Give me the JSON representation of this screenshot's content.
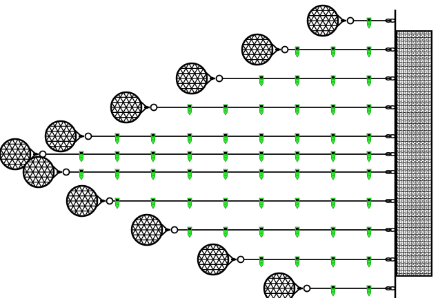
{
  "diagram": {
    "lines": [
      {
        "sensors": 1
      },
      {
        "sensors": 3
      },
      {
        "sensors": 4
      },
      {
        "sensors": 6
      },
      {
        "sensors": 8
      },
      {
        "sensors": 9
      },
      {
        "sensors": 9
      },
      {
        "sensors": 8
      },
      {
        "sensors": 6
      },
      {
        "sensors": 4
      },
      {
        "sensors": 2
      }
    ],
    "colors": {
      "line": "#000000",
      "sensor": "#33ee33",
      "float_fill": "#ffffff",
      "wall_pattern": "#000000"
    },
    "icons": {
      "float": "geodesic-float-icon",
      "sensor": "green-sensor-icon",
      "swivel": "swivel-ring-icon",
      "anchor": "wall-anchor-icon"
    }
  }
}
